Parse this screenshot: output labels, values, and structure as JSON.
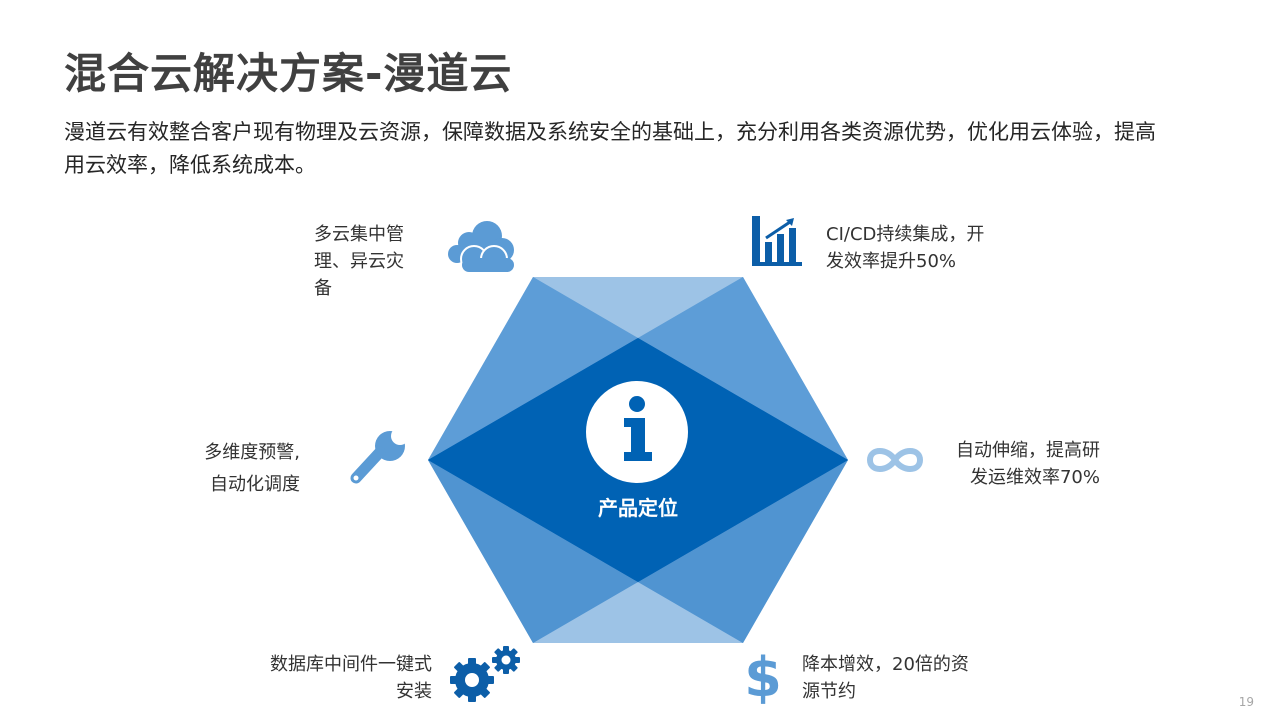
{
  "slide": {
    "title": "混合云解决方案-漫道云",
    "subtitle": "漫道云有效整合客户现有物理及云资源，保障数据及系统安全的基础上，充分利用各类资源优势，优化用云体验，提高用云效率，降低系统成本。",
    "page_number": "19"
  },
  "diagram": {
    "center_label": "产品定位",
    "center_icon": "info-icon",
    "colors": {
      "hex_dark": "#0062b4",
      "hex_mid": "#5b9bd5",
      "hex_light": "#9dc3e6",
      "icon_blue": "#0c5ea8",
      "icon_light": "#5b9bd5"
    },
    "items": [
      {
        "position": "top-left",
        "label": "多云集中管理、异云灾备",
        "icon": "cloud-icon"
      },
      {
        "position": "top-right",
        "label": "CI/CD持续集成，开发效率提升50%",
        "icon": "bar-chart-icon"
      },
      {
        "position": "left",
        "label": "多维度预警,自动化调度",
        "icon": "wrench-icon"
      },
      {
        "position": "right",
        "label": "自动伸缩，提高研发运维效率70%",
        "icon": "infinity-icon"
      },
      {
        "position": "bottom-left",
        "label": "数据库中间件一键式安装",
        "icon": "gears-icon"
      },
      {
        "position": "bottom-right",
        "label": "降本增效，20倍的资源节约",
        "icon": "dollar-icon"
      }
    ]
  }
}
